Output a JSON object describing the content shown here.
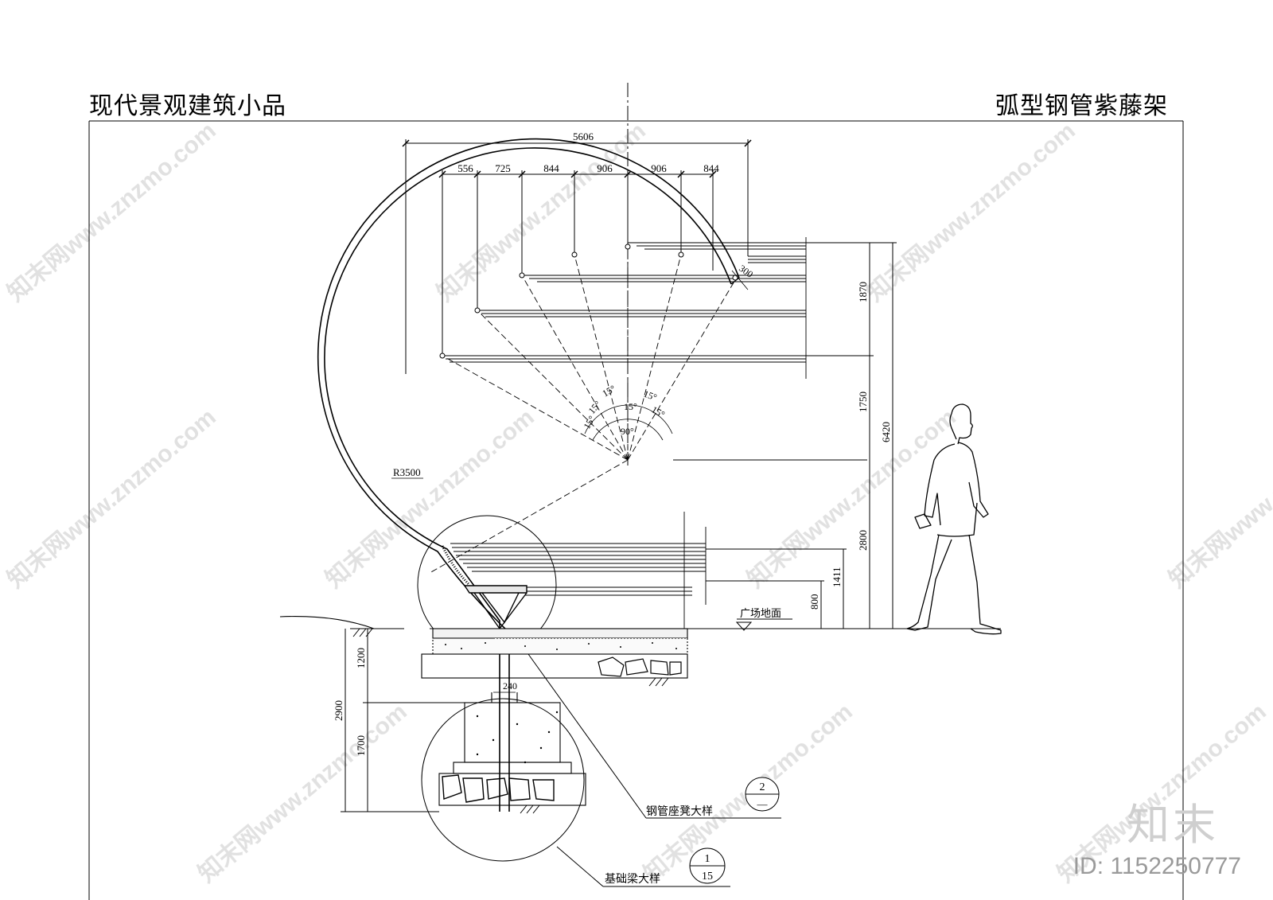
{
  "titles": {
    "left": "现代景观建筑小品",
    "right": "弧型钢管紫藤架"
  },
  "dims_top": {
    "overall": "5606",
    "segments": [
      "556",
      "725",
      "844",
      "906",
      "906",
      "844"
    ],
    "tube_width": "300"
  },
  "dims_right": {
    "d1870": "1870",
    "d1750": "1750",
    "d6420": "6420",
    "d2800": "2800",
    "d1411": "1411",
    "d800": "800"
  },
  "dims_left": {
    "d1200": "1200",
    "d2900": "2900",
    "d1700": "1700"
  },
  "angles": {
    "a15": "15°",
    "a90": "90°"
  },
  "radius_label": "R3500",
  "footing_width": "240",
  "ground_label": "广场地面",
  "callouts": {
    "bench": {
      "label": "钢管座凳大样",
      "top": "2",
      "bottom": "—"
    },
    "beam": {
      "label": "基础梁大样",
      "top": "1",
      "bottom": "15"
    }
  },
  "watermark": {
    "text": "知末网www.znzmo.com",
    "brand": "知末",
    "id": "ID: 1152250777"
  }
}
